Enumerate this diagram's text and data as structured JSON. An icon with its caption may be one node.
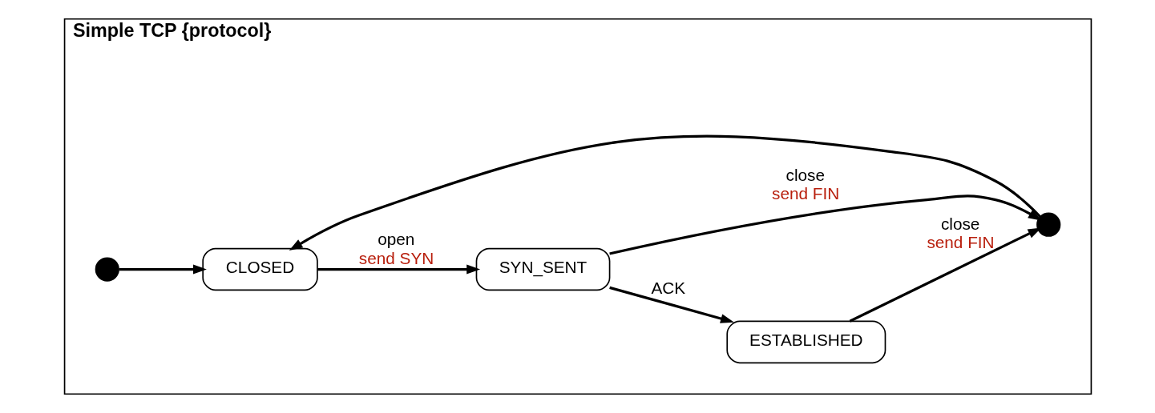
{
  "diagram": {
    "nodes": [
      {
        "text": [
          "Simple TCP {protocol}"
        ]
      },
      {
        "text": [],
        "shape": "circle",
        "in": 0
      },
      {
        "text": [
          "CLOSED"
        ],
        "in": 0
      },
      {
        "text": [
          "SYN_SENT"
        ],
        "in": 0
      },
      {
        "text": [
          "ESTABLISHED"
        ],
        "in": 0
      },
      {
        "text": [],
        "shape": "circle",
        "in": 0
      }
    ],
    "edges": [
      {
        "from": 1,
        "to": 2,
        "arrow": "to"
      },
      {
        "from": 2,
        "to": 3,
        "arrow": "to",
        "label": [
          "open",
          "send SYN"
        ]
      },
      {
        "from": 3,
        "to": 4,
        "arrow": "to",
        "label": [
          "ACK"
        ]
      },
      {
        "from": 3,
        "to": 5,
        "arrow": "to",
        "label": [
          "close",
          "send FIN"
        ]
      },
      {
        "from": 4,
        "to": 5,
        "arrow": "to",
        "label": [
          "close",
          "send FIN"
        ]
      },
      {
        "from": 5,
        "to": 2,
        "arrow": "to"
      }
    ]
  }
}
